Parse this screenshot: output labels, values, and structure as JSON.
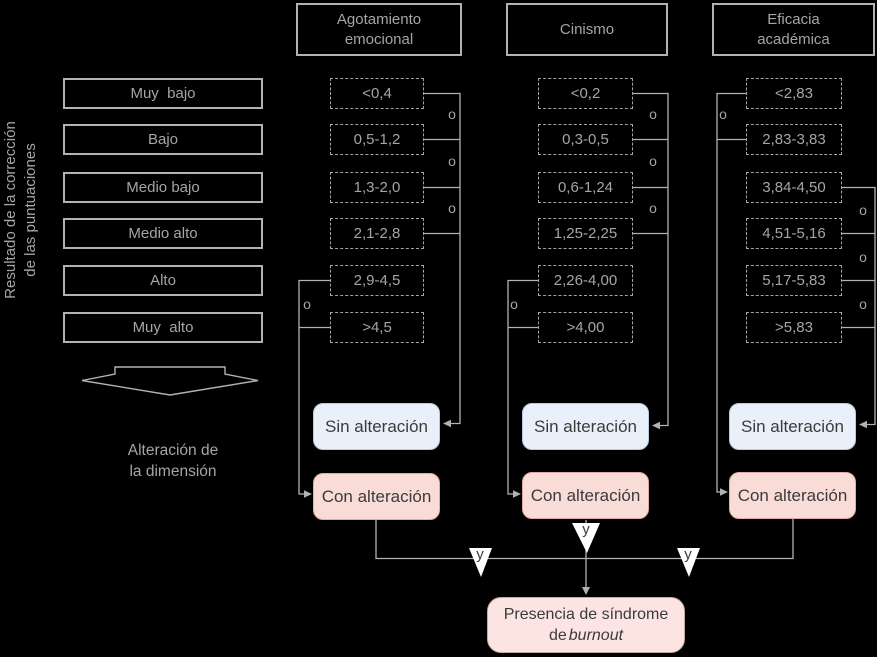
{
  "diagram": {
    "sidebar_line1": "Resultado de la corrección",
    "sidebar_line2": "de las puntuaciones",
    "levels": [
      "Muy  bajo",
      "Bajo",
      "Medio bajo",
      "Medio alto",
      "Alto",
      "Muy  alto"
    ],
    "columns": [
      {
        "header_line1": "Agotamiento",
        "header_line2": "emocional",
        "ranges": [
          "<0,4",
          "0,5-1,2",
          "1,3-2,0",
          "2,1-2,8",
          "2,9-4,5",
          ">4,5"
        ]
      },
      {
        "header_line1": "Cinismo",
        "ranges": [
          "<0,2",
          "0,3-0,5",
          "0,6-1,24",
          "1,25-2,25",
          "2,26-4,00",
          ">4,00"
        ]
      },
      {
        "header_line1": "Eficacia",
        "header_line2": "académica",
        "ranges": [
          "<2,83",
          "2,83-3,83",
          "3,84-4,50",
          "4,51-5,16",
          "5,17-5,83",
          ">5,83"
        ]
      }
    ],
    "or_label": "o",
    "and_label": "y",
    "dimension_line1": "Alteración de",
    "dimension_line2": "la dimensión",
    "sin_alteracion": "Sin alteración",
    "con_alteracion": "Con alteración",
    "result_line1": "Presencia de síndrome",
    "result_line2_plain": "de",
    "result_line2_italic": "burnout"
  },
  "colors": {
    "background": "#000000",
    "line": "#b2b2b2",
    "text": "#a5a5a5",
    "box_text": "#3b3b3b",
    "sin_fill": "#e9f0f9",
    "sin_border": "#b9c9e0",
    "con_fill": "#f9dcd8",
    "con_border": "#e2aaa3",
    "result_fill": "#fbe4e1",
    "result_border": "#c9a7a3",
    "and_marker_fill": "#ffffff"
  }
}
